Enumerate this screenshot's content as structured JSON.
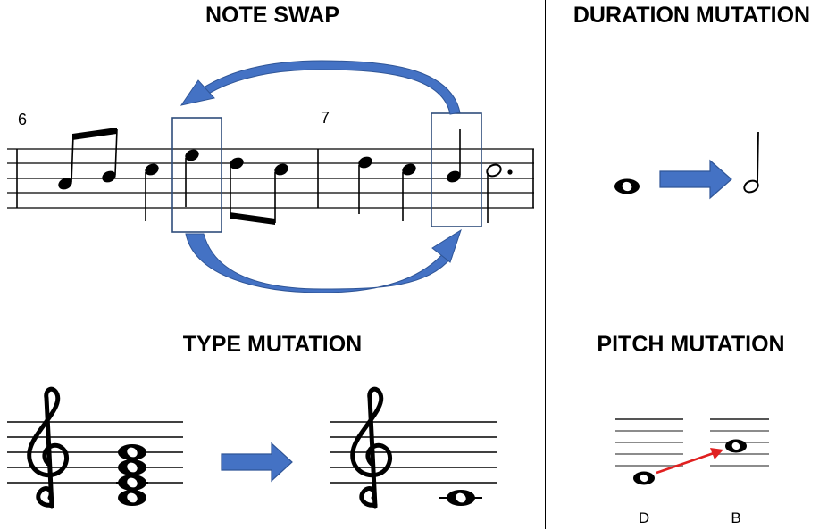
{
  "panels": {
    "note_swap": {
      "title": "NOTE SWAP",
      "measure_numbers": [
        "6",
        "7"
      ]
    },
    "duration_mutation": {
      "title": "DURATION MUTATION"
    },
    "type_mutation": {
      "title": "TYPE MUTATION"
    },
    "pitch_mutation": {
      "title": "PITCH MUTATION",
      "from_note": "D",
      "to_note": "B"
    }
  },
  "colors": {
    "arrow_blue": "#4472c4",
    "arrow_dark_blue": "#2f5597",
    "highlight_box": "#2e4d7b",
    "pitch_arrow": "#e02020",
    "staff_line": "#000000",
    "staff_line_light": "#8c8c8c"
  },
  "icons": {
    "swap_arrows": "curved-arrow",
    "mutation_arrow": "block-right-arrow",
    "clef": "treble-clef"
  }
}
